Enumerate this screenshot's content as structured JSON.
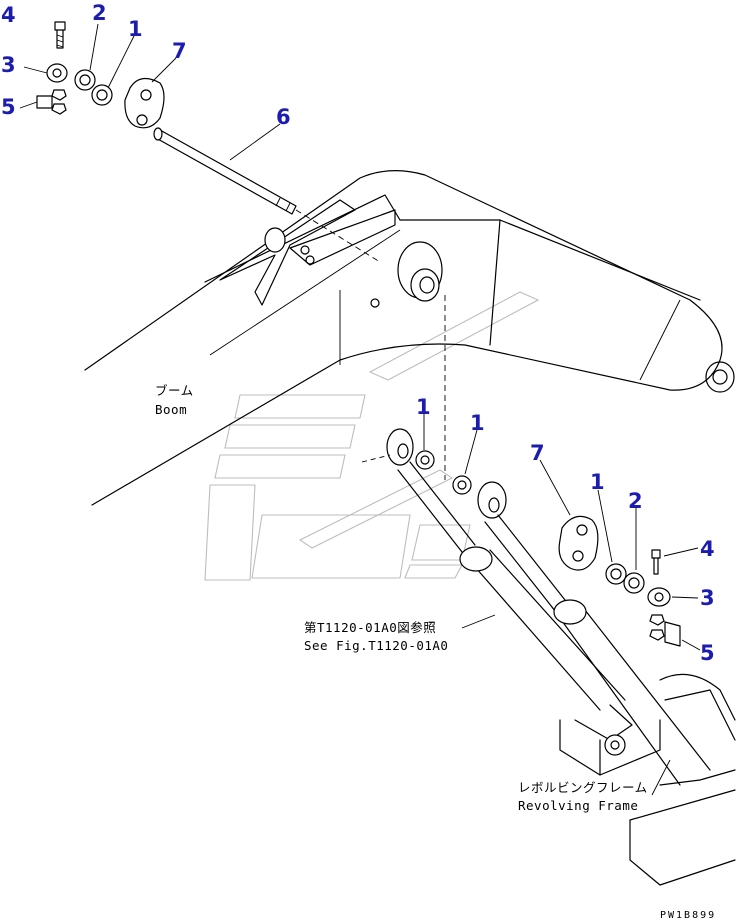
{
  "callouts": {
    "tl_4": "4",
    "tl_2": "2",
    "tl_1": "1",
    "tl_3": "3",
    "tl_7": "7",
    "tl_5": "5",
    "tl_6": "6",
    "mid_1a": "1",
    "mid_1b": "1",
    "mid_7": "7",
    "r_1": "1",
    "r_2": "2",
    "r_4": "4",
    "r_3": "3",
    "r_5": "5"
  },
  "labels": {
    "boom_jp": "ブーム",
    "boom_en": "Boom",
    "see_fig_jp": "第T1120-01A0図参照",
    "see_fig_en": "See Fig.T1120-01A0",
    "frame_jp": "レボルビングフレーム",
    "frame_en": "Revolving Frame"
  },
  "drawing_code": "PW1B899",
  "colors": {
    "callout": "#1c1cb0",
    "line": "#000000",
    "watermark": "#bdbdbd"
  }
}
